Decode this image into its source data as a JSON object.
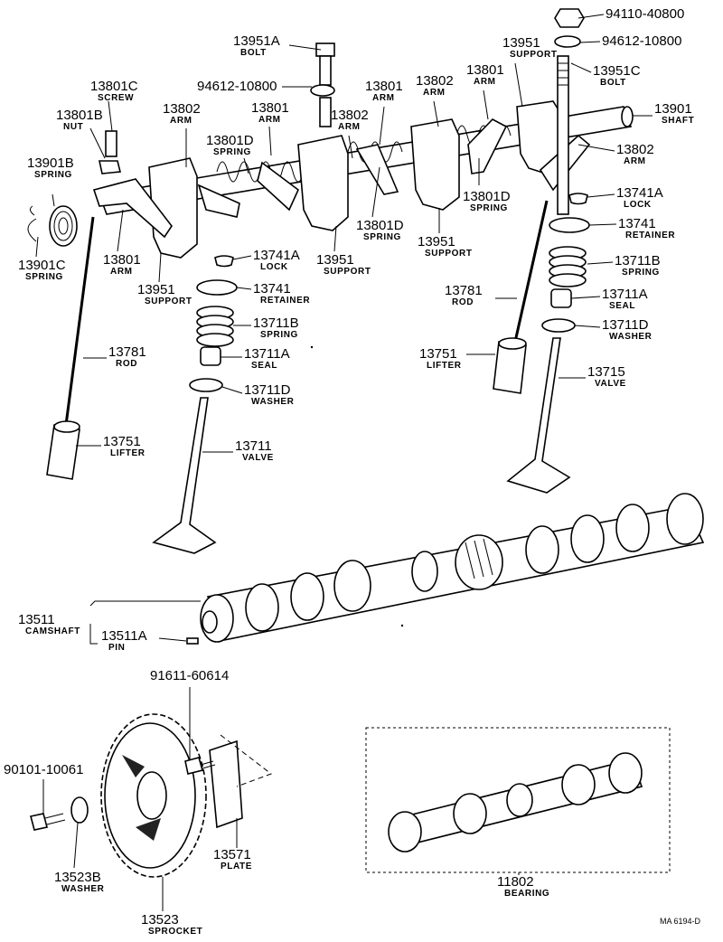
{
  "callouts": [
    {
      "id": "c01",
      "pn": "94110-40800",
      "name": ""
    },
    {
      "id": "c02",
      "pn": "94612-10800",
      "name": ""
    },
    {
      "id": "c03",
      "pn": "13951A",
      "name": "BOLT"
    },
    {
      "id": "c04",
      "pn": "94612-10800",
      "name": ""
    },
    {
      "id": "c05",
      "pn": "13951",
      "name": "SUPPORT"
    },
    {
      "id": "c06",
      "pn": "13951C",
      "name": "BOLT"
    },
    {
      "id": "c07",
      "pn": "13801",
      "name": "ARM"
    },
    {
      "id": "c08",
      "pn": "13802",
      "name": "ARM"
    },
    {
      "id": "c09",
      "pn": "13801",
      "name": "ARM"
    },
    {
      "id": "c10",
      "pn": "13901",
      "name": "SHAFT"
    },
    {
      "id": "c11",
      "pn": "13801C",
      "name": "SCREW"
    },
    {
      "id": "c12",
      "pn": "13801B",
      "name": "NUT"
    },
    {
      "id": "c13",
      "pn": "13802",
      "name": "ARM"
    },
    {
      "id": "c14",
      "pn": "13801",
      "name": "ARM"
    },
    {
      "id": "c15",
      "pn": "13802",
      "name": "ARM"
    },
    {
      "id": "c16",
      "pn": "13801D",
      "name": "SPRING"
    },
    {
      "id": "c17",
      "pn": "13802",
      "name": "ARM"
    },
    {
      "id": "c18",
      "pn": "13901B",
      "name": "SPRING"
    },
    {
      "id": "c19",
      "pn": "13741A",
      "name": "LOCK"
    },
    {
      "id": "c20",
      "pn": "13801D",
      "name": "SPRING"
    },
    {
      "id": "c21",
      "pn": "13801D",
      "name": "SPRING"
    },
    {
      "id": "c22",
      "pn": "13741",
      "name": "RETAINER"
    },
    {
      "id": "c23",
      "pn": "13951",
      "name": "SUPPORT"
    },
    {
      "id": "c24",
      "pn": "13711B",
      "name": "SPRING"
    },
    {
      "id": "c25",
      "pn": "13901C",
      "name": "SPRING"
    },
    {
      "id": "c26",
      "pn": "13741A",
      "name": "LOCK"
    },
    {
      "id": "c27",
      "pn": "13801",
      "name": "ARM"
    },
    {
      "id": "c28",
      "pn": "13951",
      "name": "SUPPORT"
    },
    {
      "id": "c29",
      "pn": "13741",
      "name": "RETAINER"
    },
    {
      "id": "c30",
      "pn": "13951",
      "name": "SUPPORT"
    },
    {
      "id": "c31",
      "pn": "13781",
      "name": "ROD"
    },
    {
      "id": "c32",
      "pn": "13711A",
      "name": "SEAL"
    },
    {
      "id": "c33",
      "pn": "13711B",
      "name": "SPRING"
    },
    {
      "id": "c34",
      "pn": "13711D",
      "name": "WASHER"
    },
    {
      "id": "c35",
      "pn": "13781",
      "name": "ROD"
    },
    {
      "id": "c36",
      "pn": "13711A",
      "name": "SEAL"
    },
    {
      "id": "c37",
      "pn": "13751",
      "name": "LIFTER"
    },
    {
      "id": "c38",
      "pn": "13715",
      "name": "VALVE"
    },
    {
      "id": "c39",
      "pn": "13711D",
      "name": "WASHER"
    },
    {
      "id": "c40",
      "pn": "13751",
      "name": "LIFTER"
    },
    {
      "id": "c41",
      "pn": "13711",
      "name": "VALVE"
    },
    {
      "id": "c42",
      "pn": "13511",
      "name": "CAMSHAFT"
    },
    {
      "id": "c43",
      "pn": "13511A",
      "name": "PIN"
    },
    {
      "id": "c44",
      "pn": "91611-60614",
      "name": ""
    },
    {
      "id": "c45",
      "pn": "90101-10061",
      "name": ""
    },
    {
      "id": "c46",
      "pn": "13571",
      "name": "PLATE"
    },
    {
      "id": "c47",
      "pn": "13523B",
      "name": "WASHER"
    },
    {
      "id": "c48",
      "pn": "11802",
      "name": "BEARING"
    },
    {
      "id": "c49",
      "pn": "13523",
      "name": "SPROCKET"
    }
  ],
  "reference_code": "MA 6194-D"
}
